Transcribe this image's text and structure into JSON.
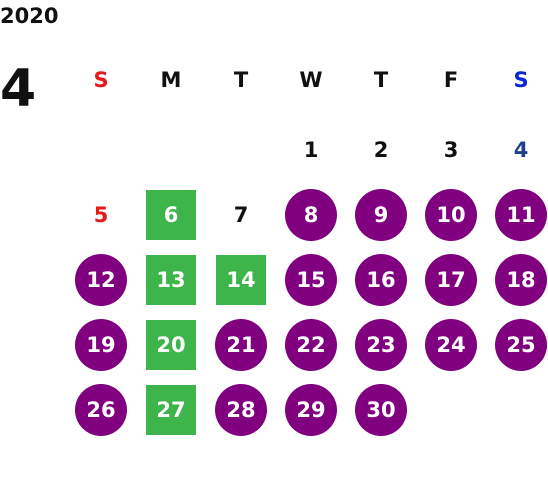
{
  "calendar": {
    "year": "2020",
    "month": "4",
    "colors": {
      "sunday": "#e8191a",
      "saturday": "#0a24d8",
      "saturday_date": "#1f3f8f",
      "weekday": "#111111",
      "circle": "#800080",
      "square": "#3db54a"
    },
    "weekday_headers": [
      {
        "label": "S",
        "kind": "sunday"
      },
      {
        "label": "M",
        "kind": "weekday"
      },
      {
        "label": "T",
        "kind": "weekday"
      },
      {
        "label": "W",
        "kind": "weekday"
      },
      {
        "label": "T",
        "kind": "weekday"
      },
      {
        "label": "F",
        "kind": "weekday"
      },
      {
        "label": "S",
        "kind": "saturday"
      }
    ],
    "weeks": [
      [
        {
          "day": "",
          "style": "plain"
        },
        {
          "day": "",
          "style": "plain"
        },
        {
          "day": "",
          "style": "plain"
        },
        {
          "day": "1",
          "style": "plain"
        },
        {
          "day": "2",
          "style": "plain"
        },
        {
          "day": "3",
          "style": "plain"
        },
        {
          "day": "4",
          "style": "plain"
        }
      ],
      [
        {
          "day": "5",
          "style": "plain"
        },
        {
          "day": "6",
          "style": "square"
        },
        {
          "day": "7",
          "style": "plain"
        },
        {
          "day": "8",
          "style": "circle"
        },
        {
          "day": "9",
          "style": "circle"
        },
        {
          "day": "10",
          "style": "circle"
        },
        {
          "day": "11",
          "style": "circle"
        }
      ],
      [
        {
          "day": "12",
          "style": "circle"
        },
        {
          "day": "13",
          "style": "square"
        },
        {
          "day": "14",
          "style": "square"
        },
        {
          "day": "15",
          "style": "circle"
        },
        {
          "day": "16",
          "style": "circle"
        },
        {
          "day": "17",
          "style": "circle"
        },
        {
          "day": "18",
          "style": "circle"
        }
      ],
      [
        {
          "day": "19",
          "style": "circle"
        },
        {
          "day": "20",
          "style": "square"
        },
        {
          "day": "21",
          "style": "circle"
        },
        {
          "day": "22",
          "style": "circle"
        },
        {
          "day": "23",
          "style": "circle"
        },
        {
          "day": "24",
          "style": "circle"
        },
        {
          "day": "25",
          "style": "circle"
        }
      ],
      [
        {
          "day": "26",
          "style": "circle"
        },
        {
          "day": "27",
          "style": "square"
        },
        {
          "day": "28",
          "style": "circle"
        },
        {
          "day": "29",
          "style": "circle"
        },
        {
          "day": "30",
          "style": "circle"
        },
        {
          "day": "",
          "style": "plain"
        },
        {
          "day": "",
          "style": "plain"
        }
      ]
    ]
  }
}
